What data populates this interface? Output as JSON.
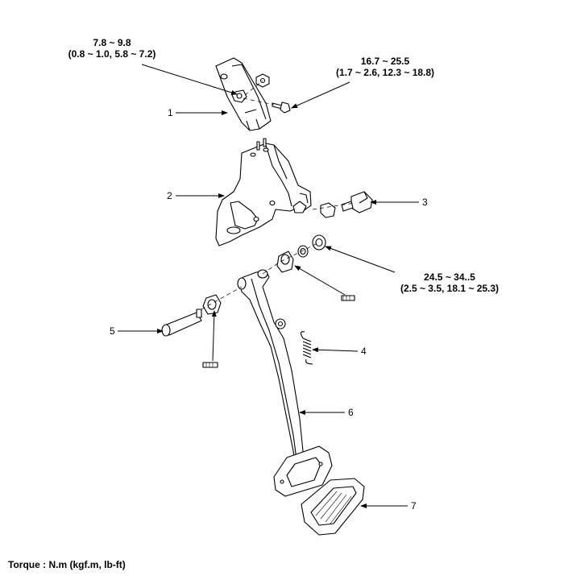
{
  "torque_labels": {
    "bracket_nut": {
      "line1": "7.8 ~ 9.8",
      "line2": "(0.8 ~ 1.0, 5.8 ~ 7.2)"
    },
    "bracket_bolt": {
      "line1": "16.7 ~ 25.5",
      "line2": "(1.7 ~ 2.6, 12.3 ~ 18.8)"
    },
    "pivot_nut": {
      "line1": "24.5 ~ 34..5",
      "line2": "(2.5 ~ 3.5, 18.1 ~ 25.3)"
    }
  },
  "callouts": [
    "1",
    "2",
    "3",
    "4",
    "5",
    "6",
    "7"
  ],
  "footer": "Torque : N.m (kgf.m, lb-ft)"
}
